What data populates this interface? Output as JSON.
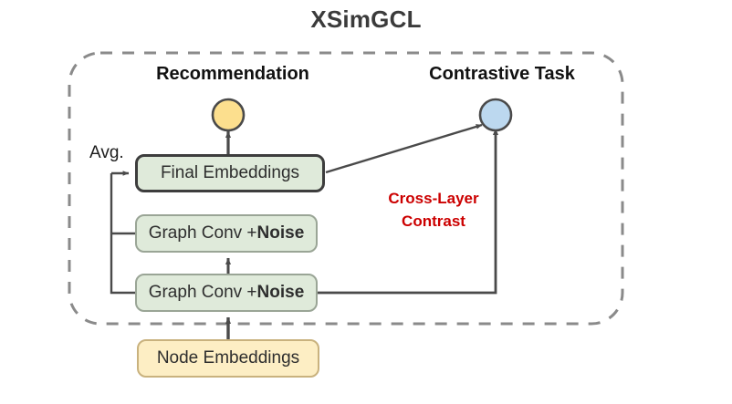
{
  "title": "XSimGCL",
  "headings": {
    "left": "Recommendation",
    "right": "Contrastive Task"
  },
  "labels": {
    "avg": "Avg.",
    "contrast_line1": "Cross-Layer",
    "contrast_line2": "Contrast"
  },
  "boxes": {
    "final_embeddings": "Final Embeddings",
    "graph_conv_upper_prefix": "Graph Conv + ",
    "graph_conv_upper_bold": "Noise",
    "graph_conv_lower_prefix": "Graph Conv + ",
    "graph_conv_lower_bold": "Noise",
    "node_embeddings": "Node Embeddings"
  },
  "nodes": {
    "recommendation_output": "recommendation-output-node",
    "contrastive_output": "contrastive-output-node"
  },
  "colors": {
    "title_text": "#3b3b3b",
    "heading_text": "#111111",
    "green_fill": "#dfeada",
    "green_border": "#9aa596",
    "green_border_strong": "#3d3d3d",
    "yellow_fill": "#fdeec4",
    "yellow_border": "#c9b27e",
    "contrast_red": "#cc0000",
    "circle_yellow_fill": "#fcdf8e",
    "circle_blue_fill": "#bcd8ef",
    "circle_border": "#4a4a4a",
    "arrow_stroke": "#4a4a4a",
    "dashed_border": "#8a8a8a"
  }
}
